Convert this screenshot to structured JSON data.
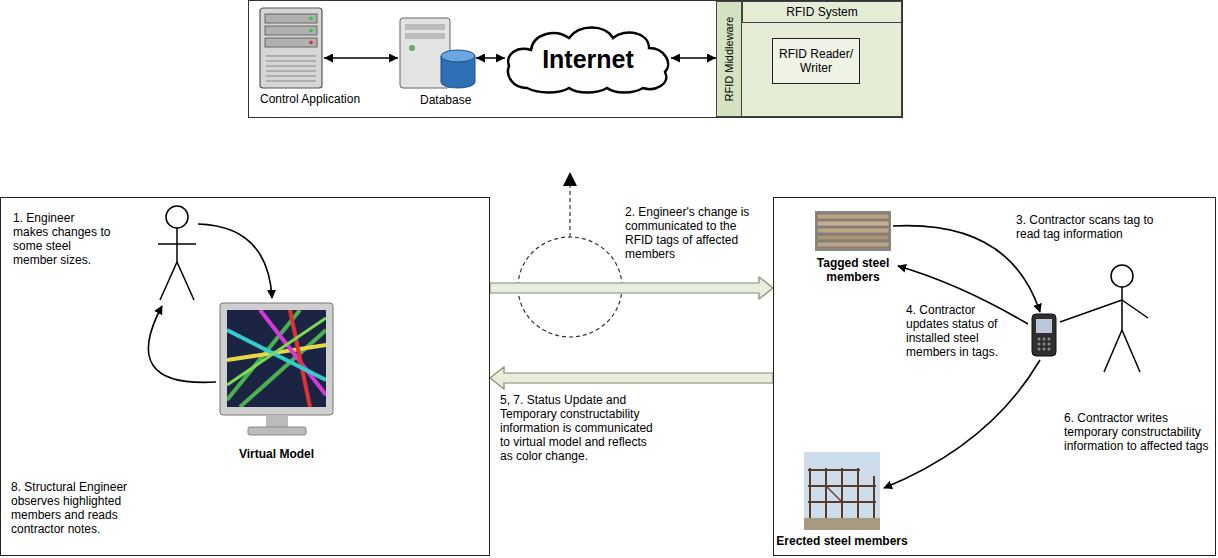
{
  "diagram": {
    "nodes": [
      {
        "text": [
          "Control Application"
        ]
      },
      {
        "text": [
          "Database"
        ]
      },
      {
        "text": [
          "Internet"
        ]
      },
      {
        "text": [
          "RFID System"
        ]
      },
      {
        "text": [
          "RFID Middleware"
        ],
        "in": 3
      },
      {
        "text": [
          "RFID Reader/ Writer"
        ],
        "in": 3
      },
      {
        "text": [
          "1. Engineer makes changes to some steel member sizes.",
          "8. Structural Engineer observes highlighted members and reads contractor notes."
        ]
      },
      {
        "text": [
          "Virtual Model"
        ],
        "in": 6
      },
      {
        "text": [
          "3. Contractor scans tag to read tag information",
          "4. Contractor updates status of installed steel members in tags.",
          "6. Contractor writes temporary constructability information to affected tags"
        ]
      },
      {
        "text": [
          "Tagged steel members"
        ],
        "in": 8
      },
      {
        "text": [
          "Erected steel members"
        ],
        "in": 8
      }
    ],
    "edges": [
      {
        "from": 0,
        "to": 1,
        "arrow": "both"
      },
      {
        "from": 1,
        "to": 2,
        "arrow": "both"
      },
      {
        "from": 2,
        "to": 3,
        "arrow": "both"
      },
      {
        "from": 6,
        "to": 8,
        "arrow": "to",
        "label": "2. Engineer's change is communicated to the RFID tags of affected members"
      },
      {
        "from": 8,
        "to": 6,
        "arrow": "to",
        "label": "5, 7. Status Update and Temporary constructability information is communicated to virtual model and reflects as color change."
      }
    ]
  }
}
